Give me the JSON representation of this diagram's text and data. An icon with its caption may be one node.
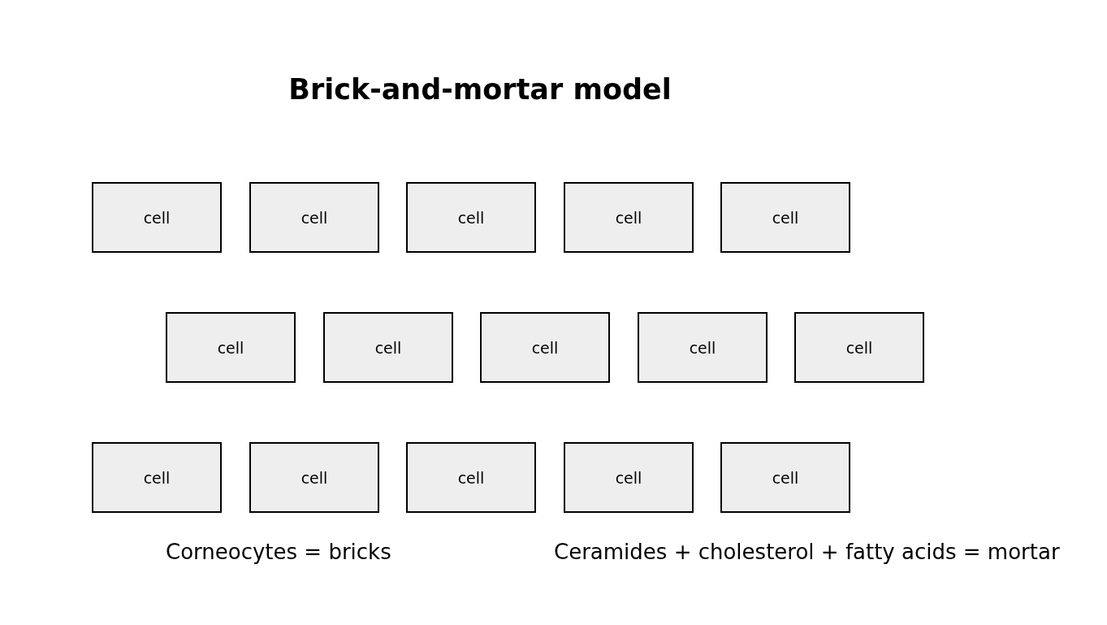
{
  "diagram": {
    "title": "Brick-and-mortar model",
    "nodes": [
      {
        "text": [
          "cell"
        ]
      },
      {
        "text": [
          "cell"
        ]
      },
      {
        "text": [
          "cell"
        ]
      },
      {
        "text": [
          "cell"
        ]
      },
      {
        "text": [
          "cell"
        ]
      },
      {
        "text": [
          "cell"
        ]
      },
      {
        "text": [
          "cell"
        ]
      },
      {
        "text": [
          "cell"
        ]
      },
      {
        "text": [
          "cell"
        ]
      },
      {
        "text": [
          "cell"
        ]
      },
      {
        "text": [
          "cell"
        ]
      },
      {
        "text": [
          "cell"
        ]
      },
      {
        "text": [
          "cell"
        ]
      },
      {
        "text": [
          "cell"
        ]
      },
      {
        "text": [
          "cell"
        ]
      }
    ],
    "edges": [],
    "labels": [
      "Corneocytes = bricks",
      "Ceramides + cholesterol + fatty acids = mortar"
    ]
  }
}
